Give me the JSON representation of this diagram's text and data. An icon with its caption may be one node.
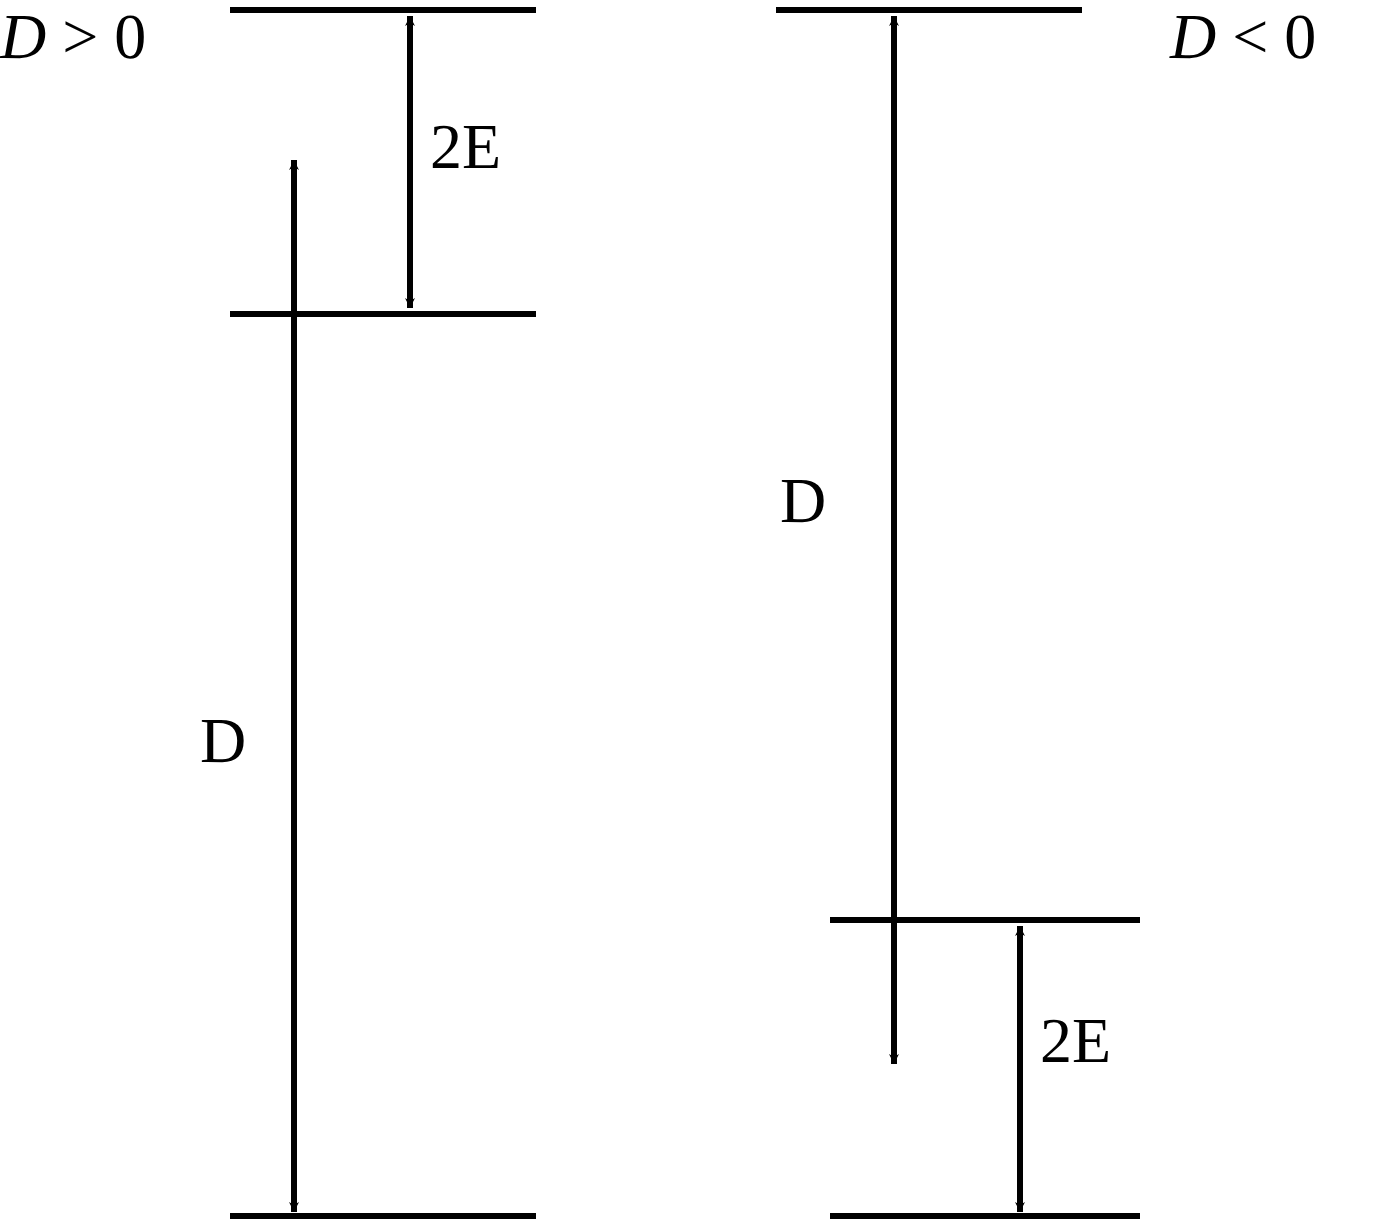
{
  "diagram": {
    "labels": [
      "*D* > 0",
      "*D* < 0",
      "2E",
      "D",
      "D",
      "2E"
    ]
  }
}
